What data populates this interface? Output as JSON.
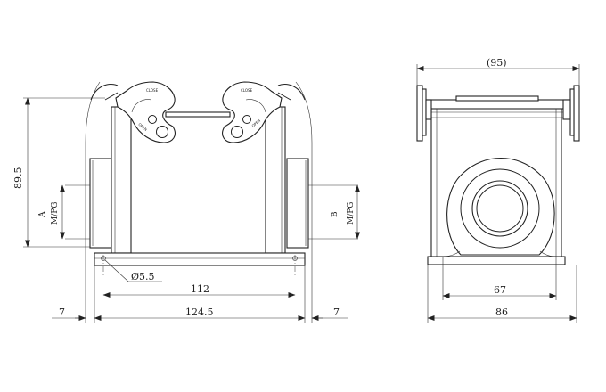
{
  "dimensions": {
    "height": "89.5",
    "width_112": "112",
    "width_124": "124.5",
    "offset_left": "7",
    "offset_right": "7",
    "hole": "Ø5.5",
    "side_width": "(95)",
    "side_67": "67",
    "side_86": "86"
  },
  "labels": {
    "a": "A",
    "b": "B",
    "mpg_left": "M/PG",
    "mpg_right": "M/PG",
    "lever_left": "CLOSE",
    "lever_left_open": "OPEN",
    "lever_right": "CLOSE",
    "lever_right_open": "OPEN"
  }
}
